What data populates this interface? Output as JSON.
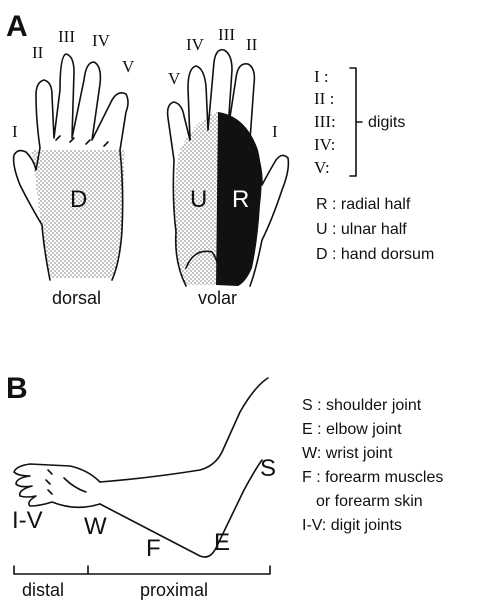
{
  "panel_a": {
    "label": "A",
    "dorsal_view": {
      "caption": "dorsal",
      "region_label": "D",
      "digit_labels": [
        "I",
        "II",
        "III",
        "IV",
        "V"
      ]
    },
    "volar_view": {
      "caption": "volar",
      "region_labels": {
        "ulnar": "U",
        "radial": "R"
      },
      "digit_labels": [
        "V",
        "IV",
        "III",
        "II",
        "I"
      ]
    },
    "legend": {
      "digit_numerals": [
        "I :",
        "II :",
        "III:",
        "IV:",
        "V:"
      ],
      "digits_label": "digits",
      "entries": [
        {
          "key": "R",
          "text": "R : radial half"
        },
        {
          "key": "U",
          "text": "U : ulnar half"
        },
        {
          "key": "D",
          "text": "D : hand dorsum"
        }
      ]
    }
  },
  "panel_b": {
    "label": "B",
    "arm_labels": {
      "digits": "I-V",
      "wrist": "W",
      "forearm": "F",
      "elbow": "E",
      "shoulder": "S"
    },
    "legend": [
      "S : shoulder joint",
      "E : elbow joint",
      "W: wrist joint",
      "F : forearm muscles",
      "or forearm skin",
      "I-V: digit joints"
    ],
    "scale": {
      "distal": "distal",
      "proximal": "proximal"
    }
  }
}
